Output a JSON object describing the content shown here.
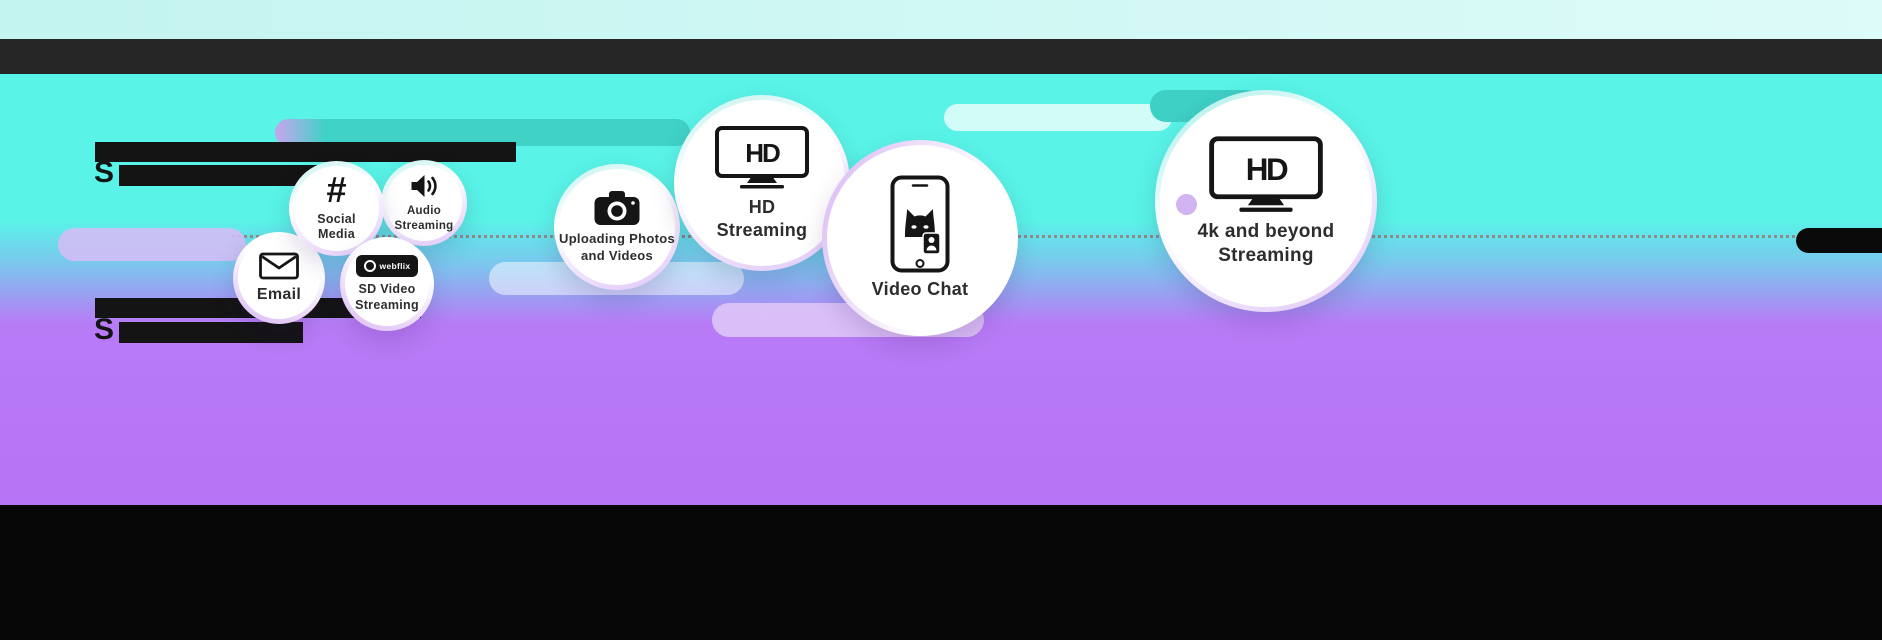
{
  "background": {
    "top_band_color": "#c9f6f2",
    "dark_band_color": "#262626",
    "cyan_color": "#59f3e7",
    "purple_color": "#b673f5",
    "bottom_band_color": "#060606"
  },
  "decor": {
    "teal_pill_color": "#3fd1c6",
    "lavender_pill_color": "#d9bdf4",
    "white_pill_color": "#ffffff",
    "black_pill_color": "#0a0a0a",
    "dotted_line_color": "#8c8c8c"
  },
  "redacted_text": {
    "group1_visible": "S",
    "group2_visible": "S"
  },
  "bubbles": {
    "email": {
      "label": "Email",
      "icon": "envelope-icon"
    },
    "social": {
      "label": "Social\nMedia",
      "glyph": "#",
      "icon": "hashtag-icon"
    },
    "audio": {
      "label": "Audio\nStreaming",
      "icon": "speaker-icon"
    },
    "sd_video": {
      "label": "SD Video\nStreaming",
      "badge_text": "webflix",
      "icon": "webflix-badge-icon"
    },
    "upload": {
      "label": "Uploading Photos\nand Videos",
      "icon": "camera-icon"
    },
    "hd": {
      "label": "HD\nStreaming",
      "screen_text": "HD",
      "icon": "tv-hd-icon"
    },
    "video_chat": {
      "label": "Video Chat",
      "icon": "smartphone-video-call-icon"
    },
    "beyond_4k": {
      "label": "4k and beyond\nStreaming",
      "screen_text": "HD",
      "icon": "tv-hd-icon"
    }
  }
}
